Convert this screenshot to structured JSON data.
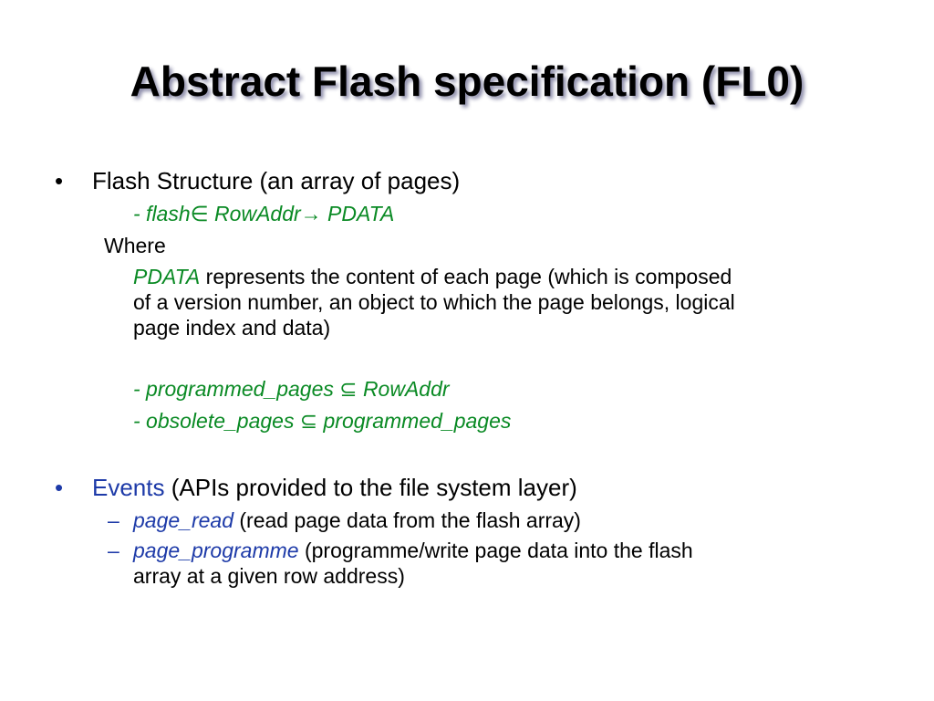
{
  "title": "Abstract Flash specification (FL0)",
  "bullets": {
    "symbol": "•",
    "sub_symbol": "–"
  },
  "flash_structure": {
    "heading": "Flash Structure (an array of pages)",
    "flash_def": "- flash∈ RowAddr→ PDATA",
    "where": "Where",
    "pdata_term": "PDATA",
    "pdata_desc_1": " represents the content of each page (which is composed",
    "pdata_desc_2": "of a version number, an object to which the page belongs, logical",
    "pdata_desc_3": "page index and data)",
    "programmed_pages": "- programmed_pages ⊆  RowAddr",
    "obsolete_pages": "- obsolete_pages ⊆  programmed_pages"
  },
  "events": {
    "term": "Events",
    "desc": " (APIs provided to the file system layer)",
    "items": [
      {
        "name": "page_read",
        "desc_1": " (read page data from the flash array)",
        "desc_2": ""
      },
      {
        "name": "page_programme",
        "desc_1": " (programme/write page data into the flash",
        "desc_2": "array at a given row address)"
      }
    ]
  },
  "colors": {
    "green": "#0a8a24",
    "blue": "#1d3aa8",
    "title_shadow": "#8a8aa8"
  }
}
